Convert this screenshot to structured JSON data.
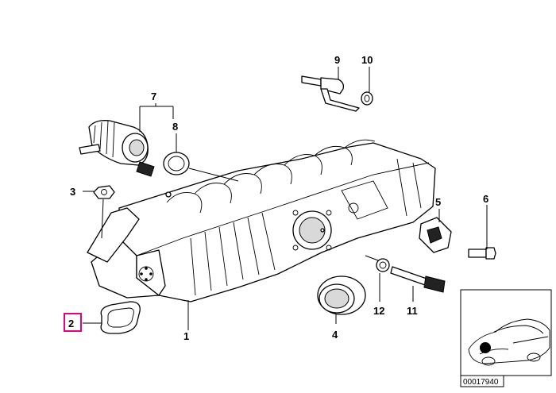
{
  "callouts": [
    {
      "id": "c1",
      "label": "1"
    },
    {
      "id": "c2",
      "label": "2",
      "highlighted": true
    },
    {
      "id": "c3",
      "label": "3"
    },
    {
      "id": "c4",
      "label": "4"
    },
    {
      "id": "c5",
      "label": "5"
    },
    {
      "id": "c6",
      "label": "6"
    },
    {
      "id": "c7",
      "label": "7"
    },
    {
      "id": "c8",
      "label": "8"
    },
    {
      "id": "c9",
      "label": "9"
    },
    {
      "id": "c10",
      "label": "10"
    },
    {
      "id": "c11",
      "label": "11"
    },
    {
      "id": "c12",
      "label": "12"
    }
  ],
  "reference_number": "00017940",
  "colors": {
    "highlight": "#e6007e",
    "line": "#000000",
    "background": "#ffffff"
  }
}
